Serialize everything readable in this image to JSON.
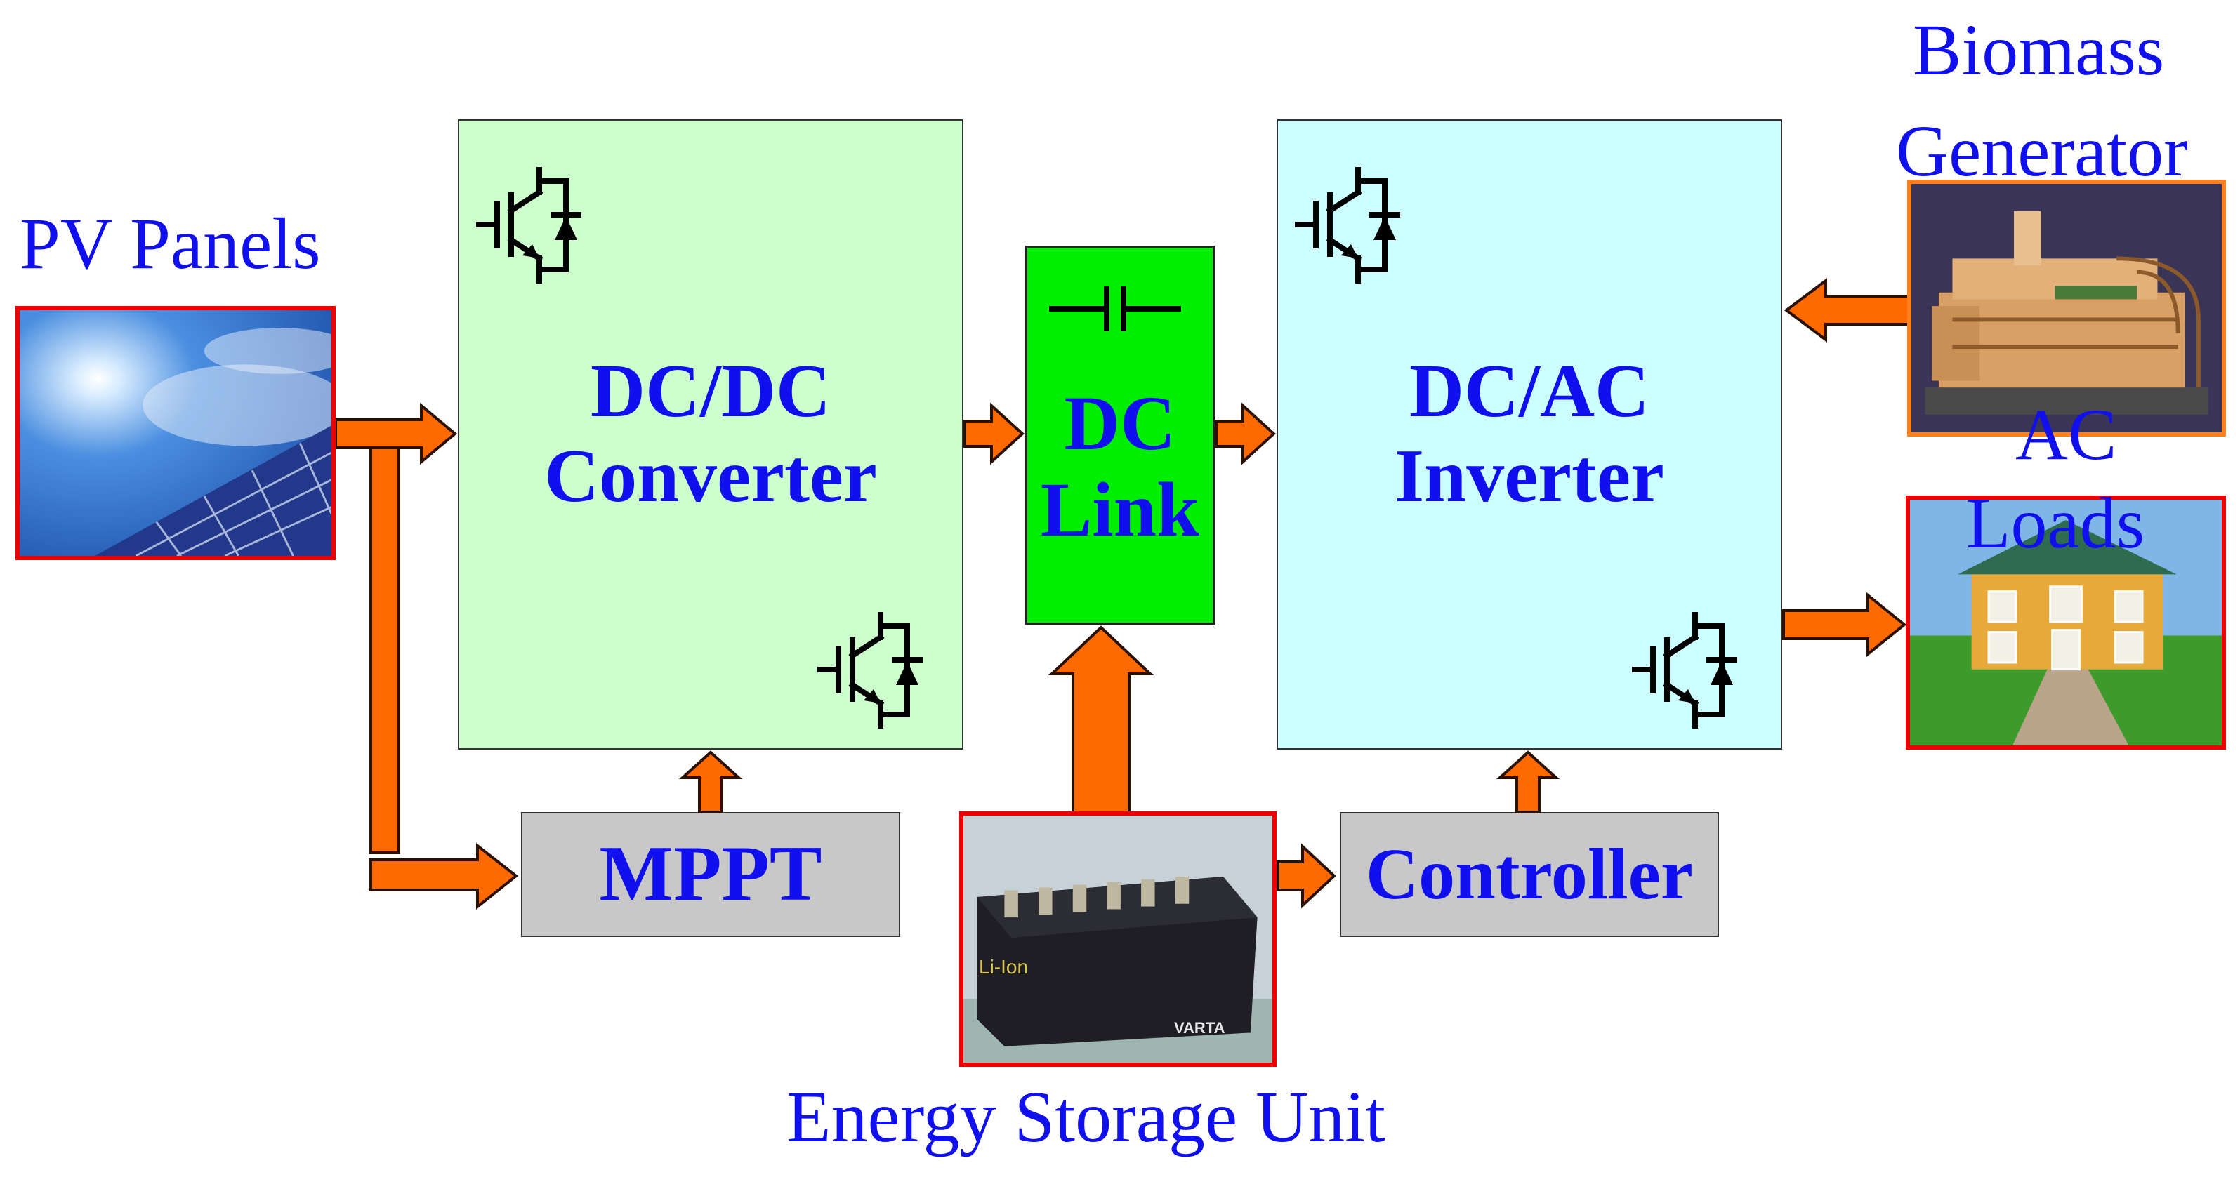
{
  "diagram": {
    "sources": {
      "pv": {
        "label": "PV Panels"
      },
      "biomass": {
        "label_line1": "Biomass",
        "label_line2": "Generator"
      },
      "loads": {
        "label_line1": "AC",
        "label_line2": "Loads"
      },
      "storage": {
        "label": "Energy Storage Unit",
        "battery_text": "Li-Ion",
        "battery_brand": "VARTA"
      }
    },
    "blocks": {
      "dcdc": {
        "line1": "DC/DC",
        "line2": "Converter"
      },
      "dclink": {
        "line1": "DC",
        "line2": "Link"
      },
      "dcac": {
        "line1": "DC/AC",
        "line2": "Inverter"
      },
      "mppt": {
        "label": "MPPT"
      },
      "controller": {
        "label": "Controller"
      }
    },
    "colors": {
      "label_text": "#1010ee",
      "arrow_fill": "#ff6a00",
      "dcdc_fill": "#ccffcc",
      "dclink_fill": "#00ee00",
      "dcac_fill": "#ccffff",
      "mppt_fill": "#c8c8c8",
      "controller_fill": "#c8c8c8",
      "photo_border_red": "#ee0000",
      "photo_border_orange": "#ff8020"
    },
    "icons": [
      "igbt-icon",
      "capacitor-icon"
    ]
  }
}
